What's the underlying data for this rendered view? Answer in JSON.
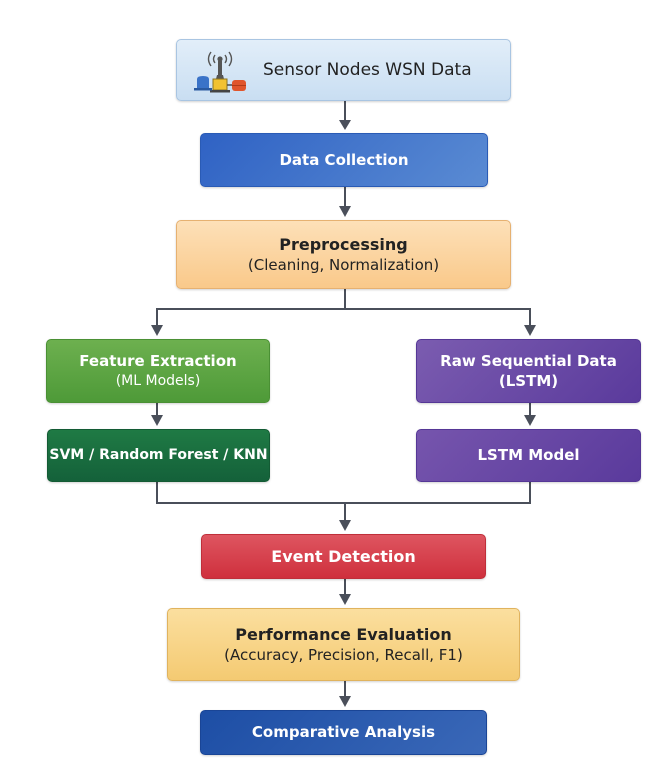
{
  "diagram": {
    "type": "flowchart",
    "nodes": {
      "sensor": {
        "title": "Sensor Nodes WSN Data",
        "icon": "wireless-sensor-network-icon"
      },
      "collect": {
        "title": "Data Collection"
      },
      "prep": {
        "title": "Preprocessing",
        "subtitle": "(Cleaning, Normalization)"
      },
      "feat": {
        "title": "Feature Extraction",
        "subtitle": "(ML Models)"
      },
      "svm": {
        "title": "SVM / Random Forest / KNN"
      },
      "raw": {
        "title": "Raw Sequential Data",
        "subtitle": "(LSTM)"
      },
      "lstm": {
        "title": "LSTM Model"
      },
      "event": {
        "title": "Event Detection"
      },
      "perf": {
        "title": "Performance Evaluation",
        "subtitle": "(Accuracy, Precision, Recall, F1)"
      },
      "comp": {
        "title": "Comparative Analysis"
      }
    },
    "edges": [
      [
        "sensor",
        "collect"
      ],
      [
        "collect",
        "prep"
      ],
      [
        "prep",
        "feat"
      ],
      [
        "prep",
        "raw"
      ],
      [
        "feat",
        "svm"
      ],
      [
        "raw",
        "lstm"
      ],
      [
        "svm",
        "event"
      ],
      [
        "lstm",
        "event"
      ],
      [
        "event",
        "perf"
      ],
      [
        "perf",
        "comp"
      ]
    ],
    "colors": {
      "sensor": "#d6e7f6",
      "collect": "#3a6ec8",
      "prep": "#fbd3a0",
      "feat": "#5ea544",
      "svm": "#186c3e",
      "raw": "#6a4aa6",
      "lstm": "#6848a5",
      "event": "#d63f4b",
      "perf": "#f8d588",
      "comp": "#2a5aae",
      "connector": "#4a4f5a"
    }
  }
}
